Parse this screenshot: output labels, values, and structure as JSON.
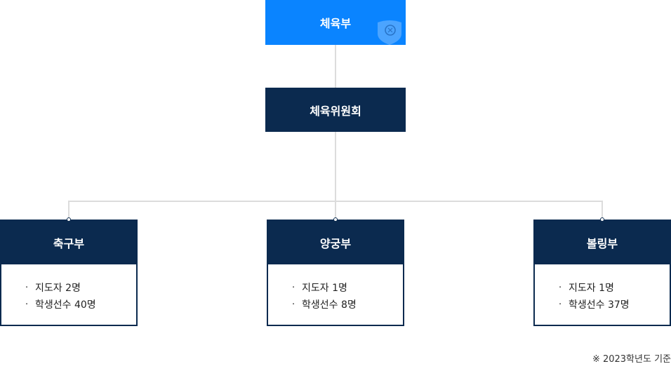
{
  "top": {
    "title": "체육부"
  },
  "committee": {
    "title": "체육위원회"
  },
  "departments": [
    {
      "name": "축구부",
      "coach": "지도자 2명",
      "athletes": "학생선수 40명"
    },
    {
      "name": "양궁부",
      "coach": "지도자 1명",
      "athletes": "학생선수 8명"
    },
    {
      "name": "볼링부",
      "coach": "지도자 1명",
      "athletes": "학생선수 37명"
    }
  ],
  "note": "※ 2023학년도 기준",
  "icons": {
    "bullet": "bullet-dot",
    "emblem": "shield-emblem-icon"
  },
  "colors": {
    "primary": "#0a84ff",
    "navy": "#0b2a4f",
    "line": "#dcdcdc"
  }
}
